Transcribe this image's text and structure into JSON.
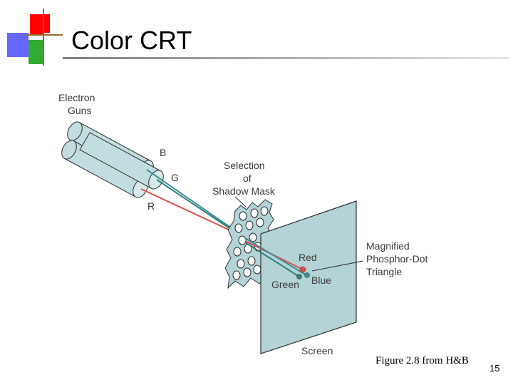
{
  "slide": {
    "title": "Color CRT",
    "caption": "Figure 2.8 from H&B",
    "page_number": "15"
  },
  "diagram": {
    "labels": {
      "electron_guns_line1": "Electron",
      "electron_guns_line2": "Guns",
      "gun_b": "B",
      "gun_g": "G",
      "gun_r": "R",
      "selection_line1": "Selection",
      "selection_line2": "of",
      "selection_line3": "Shadow Mask",
      "magnified_line1": "Magnified",
      "magnified_line2": "Phosphor-Dot",
      "magnified_line3": "Triangle",
      "dot_red": "Red",
      "dot_blue": "Blue",
      "dot_green": "Green",
      "screen": "Screen"
    },
    "colors": {
      "screen_fill": "#b3d3d6",
      "gun_fill": "#c2dde0",
      "mask_fill": "#b3d3d6",
      "beam_blue": "#3f8f9a",
      "beam_green": "#2f7f7a",
      "beam_red": "#e0504a",
      "logo_red": "#ff0000",
      "logo_blue": "#6666ff",
      "logo_green": "#33aa33"
    }
  }
}
